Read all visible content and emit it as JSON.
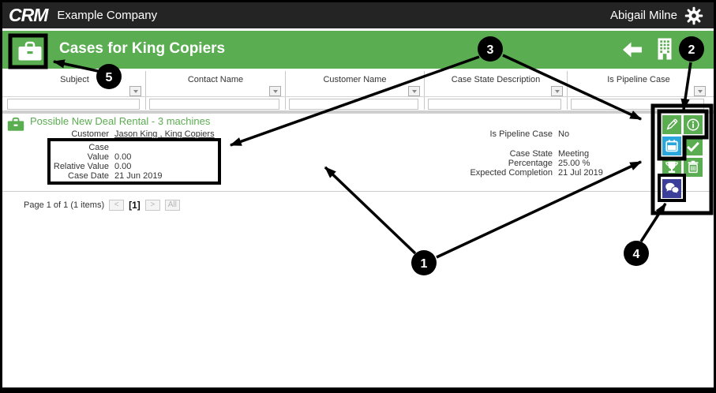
{
  "topbar": {
    "logo": "CRM",
    "company_name": "Example Company",
    "user_name": "Abigail Milne"
  },
  "title_bar": {
    "title": "Cases for King Copiers"
  },
  "table": {
    "columns": [
      {
        "label": "Subject"
      },
      {
        "label": "Contact Name"
      },
      {
        "label": "Customer Name"
      },
      {
        "label": "Case State Description"
      },
      {
        "label": "Is Pipeline Case"
      }
    ],
    "filters": [
      "",
      "",
      "",
      "",
      ""
    ]
  },
  "record": {
    "title": "Possible New Deal Rental - 3 machines",
    "customer_field": {
      "label": "Customer",
      "value": "Jason King , King Copiers"
    },
    "case_fields": [
      {
        "label": "Case Value",
        "value": "0.00"
      },
      {
        "label": "Relative Value",
        "value": "0.00"
      },
      {
        "label": "Case Date",
        "value": "21 Jun 2019"
      }
    ],
    "pipeline_field": {
      "label": "Is Pipeline Case",
      "value": "No"
    },
    "state_fields": [
      {
        "label": "Case State",
        "value": "Meeting"
      },
      {
        "label": "Percentage",
        "value": "25.00 %"
      },
      {
        "label": "Expected Completion",
        "value": "21 Jul 2019"
      }
    ]
  },
  "pagination": {
    "summary": "Page 1 of 1 (1 items)",
    "prev_label": "<",
    "current_page_label": "[1]",
    "next_label": ">",
    "all_label": "All"
  },
  "action_panel": {
    "icons": [
      "edit",
      "info",
      "calendar",
      "complete",
      "sales-trophy",
      "delete",
      "chat"
    ]
  },
  "annotations": {
    "callouts": [
      {
        "number": "1"
      },
      {
        "number": "2"
      },
      {
        "number": "3"
      },
      {
        "number": "4"
      },
      {
        "number": "5"
      }
    ]
  },
  "colors": {
    "accent_green": "#5aad50",
    "topbar_black": "#242424",
    "calendar_blue": "#29a7dd",
    "chat_navy": "#3c3f99"
  }
}
